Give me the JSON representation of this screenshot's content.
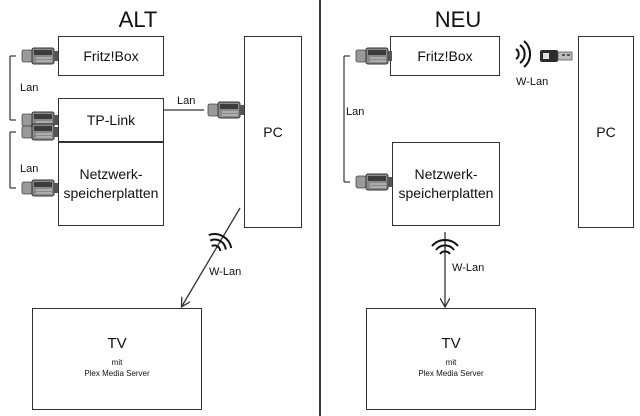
{
  "alt": {
    "title": "ALT",
    "fritzbox": "Fritz!Box",
    "tplink": "TP-Link",
    "nas": "Netzwerk-\nspeicherplatten",
    "pc": "PC",
    "lan_1": "Lan",
    "lan_2": "Lan",
    "lan_pc": "Lan",
    "wlan": "W-Lan",
    "tv_label": "TV",
    "tv_sub": "mit\nPlex Media Server"
  },
  "neu": {
    "title": "NEU",
    "fritzbox": "Fritz!Box",
    "nas": "Netzwerk-\nspeicherplatten",
    "pc": "PC",
    "lan": "Lan",
    "wlan_pc": "W-Lan",
    "wlan_tv": "W-Lan",
    "tv_label": "TV",
    "tv_sub": "mit\nPlex Media Server"
  },
  "icons": {
    "connector": "ethernet-plug-icon",
    "wifi": "wifi-signal-icon",
    "stick": "wlan-usb-stick-icon"
  },
  "colors": {
    "line": "#333333",
    "divider": "#3a3a3a",
    "plug_body": "#8a8a8a",
    "plug_dark": "#3c3c3c"
  }
}
